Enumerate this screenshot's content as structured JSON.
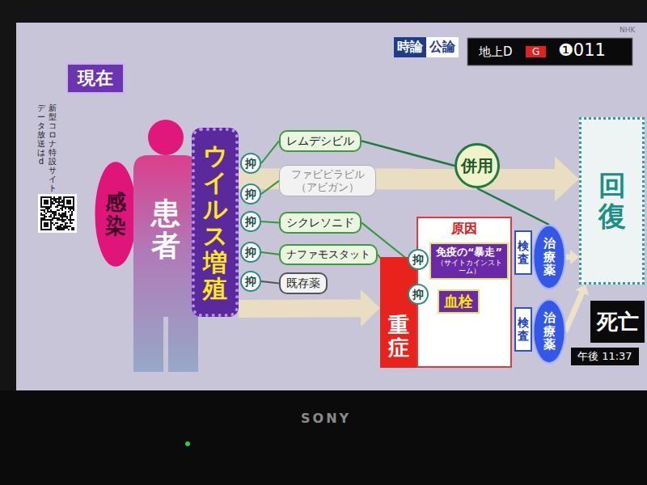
{
  "diagram": {
    "title": "現在",
    "nodes": [
      {
        "text": [
          "感染"
        ]
      },
      {
        "text": [
          "患者"
        ]
      },
      {
        "text": [
          "ウイルス増殖"
        ]
      },
      {
        "text": [
          "抑"
        ]
      },
      {
        "text": [
          "抑"
        ]
      },
      {
        "text": [
          "抑"
        ]
      },
      {
        "text": [
          "抑"
        ]
      },
      {
        "text": [
          "抑"
        ]
      },
      {
        "text": [
          "レムデシビル"
        ]
      },
      {
        "text": [
          "ファビピラビル （アビガン）"
        ]
      },
      {
        "text": [
          "シクレソニド"
        ]
      },
      {
        "text": [
          "ナファモスタット"
        ]
      },
      {
        "text": [
          "既存薬"
        ]
      },
      {
        "text": [
          "併用"
        ]
      },
      {
        "text": [
          "重症"
        ]
      },
      {
        "text": [
          "原因"
        ]
      },
      {
        "text": [
          "抑"
        ],
        "in": 15
      },
      {
        "text": [
          "免疫の“暴走”",
          "（サイトカインストーム）"
        ],
        "in": 15
      },
      {
        "text": [
          "抑"
        ],
        "in": 15
      },
      {
        "text": [
          "血栓"
        ],
        "in": 15
      },
      {
        "text": [
          "検査"
        ]
      },
      {
        "text": [
          "治療薬"
        ]
      },
      {
        "text": [
          "検査"
        ]
      },
      {
        "text": [
          "治療薬"
        ]
      },
      {
        "text": [
          "回復"
        ]
      },
      {
        "text": [
          "死亡"
        ]
      }
    ],
    "edges": [
      {
        "from": 3,
        "to": 8,
        "arrow": "none"
      },
      {
        "from": 4,
        "to": 9,
        "arrow": "none"
      },
      {
        "from": 5,
        "to": 10,
        "arrow": "none"
      },
      {
        "from": 6,
        "to": 11,
        "arrow": "none"
      },
      {
        "from": 7,
        "to": 12,
        "arrow": "none"
      },
      {
        "from": 10,
        "to": 16,
        "arrow": "none"
      },
      {
        "from": 11,
        "to": 18,
        "arrow": "none"
      },
      {
        "from": 13,
        "to": 8,
        "arrow": "none"
      },
      {
        "from": 13,
        "to": 21,
        "arrow": "none"
      },
      {
        "from": 2,
        "to": 24,
        "arrow": "to"
      },
      {
        "from": 2,
        "to": 14,
        "arrow": "to"
      },
      {
        "from": 21,
        "to": 24,
        "arrow": "to"
      },
      {
        "from": 23,
        "to": 24,
        "arrow": "to"
      }
    ],
    "labels": [
      "新型コロナ特設サイト",
      "データ放送はd",
      "時論",
      "公論",
      "地上D",
      "G",
      "❶011",
      "NHK",
      "午後 11:37",
      "SONY"
    ]
  }
}
